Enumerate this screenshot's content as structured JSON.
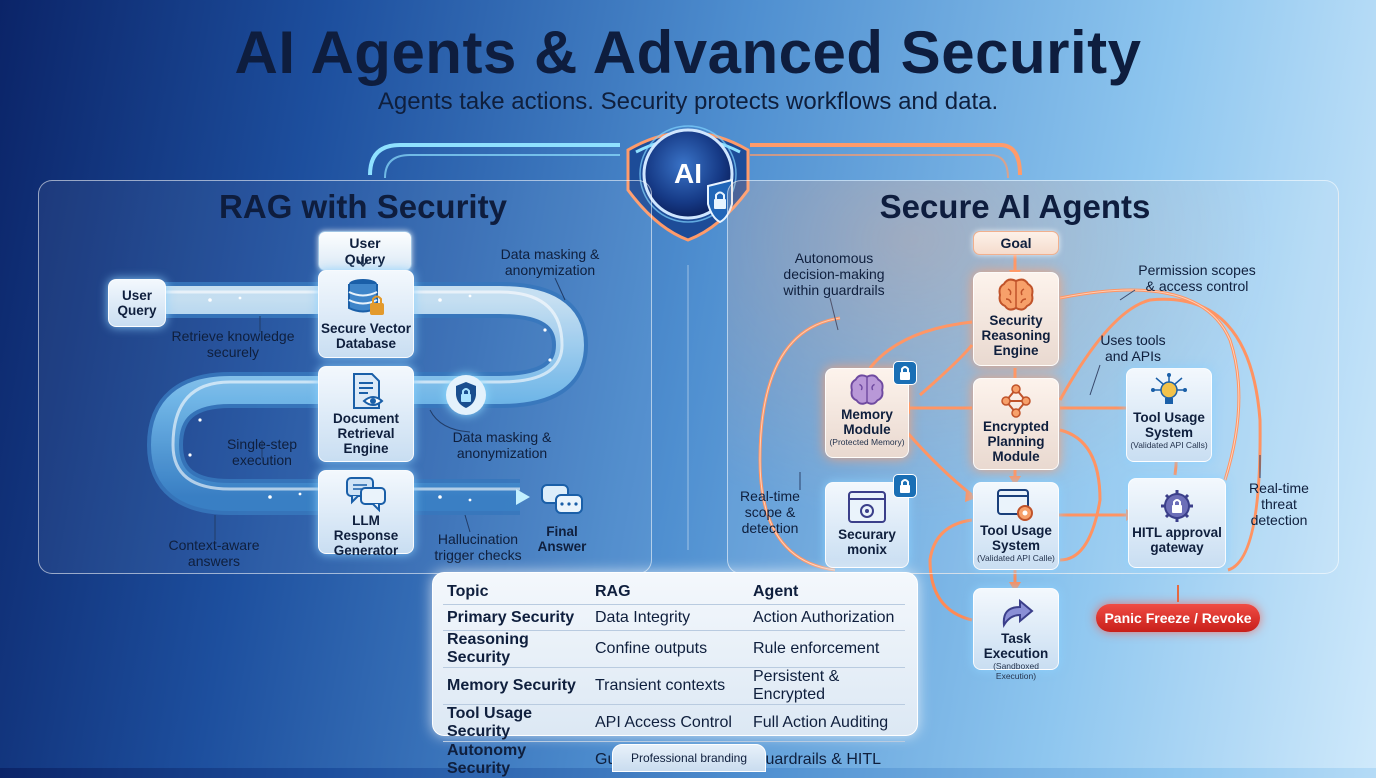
{
  "header": {
    "title": "AI Agents & Advanced Security",
    "subtitle": "Agents take actions. Security protects workflows and data.",
    "center_badge": "AI"
  },
  "rag": {
    "title": "RAG with Security",
    "top_tag": "User Query",
    "user_query": "User\nQuery",
    "nodes": {
      "vector_db": "Secure Vector\nDatabase",
      "doc_retrieval": "Document\nRetrieval\nEngine",
      "llm_response": "LLM Response\nGenerator",
      "final_answer": "Final\nAnswer"
    },
    "annotations": {
      "retrieve": "Retrieve knowledge\nsecurely",
      "masking_top": "Data masking &\nanonymization",
      "masking_mid": "Data masking &\nanonymization",
      "single_step": "Single-step\nexecution",
      "context_aware": "Context-aware\nanswers",
      "hallucination": "Hallucination\ntrigger checks"
    }
  },
  "agents": {
    "title": "Secure AI Agents",
    "top_tag": "Goal",
    "nodes": {
      "reasoning": "Security\nReasoning\nEngine",
      "memory": "Memory\nModule",
      "memory_sub": "(Protected Memory)",
      "planning": "Encrypted\nPlanning\nModule",
      "tool_right": "Tool Usage\nSystem",
      "tool_right_sub": "(Validated API Calls)",
      "securary": "Securary\nmonix",
      "tool_center": "Tool Usage\nSystem",
      "tool_center_sub": "(Validated API Calle)",
      "hitl": "HITL approval\ngateway",
      "task": "Task Execution",
      "task_sub": "(Sandboxed Execution)"
    },
    "annotations": {
      "autonomous": "Autonomous\ndecision-making\nwithin guardrails",
      "permission": "Permission scopes\n& access control",
      "uses_tools": "Uses tools\nand APIs",
      "realtime_scope": "Real-time\nscope &\ndetection",
      "realtime_threat": "Real-time\nthreat\ndetection"
    },
    "panic_button": "Panic Freeze / Revoke"
  },
  "comparison_table": {
    "headers": [
      "Topic",
      "RAG",
      "Agent"
    ],
    "rows": [
      [
        "Primary Security",
        "Data Integrity",
        "Action Authorization"
      ],
      [
        "Reasoning Security",
        "Confine outputs",
        "Rule enforcement"
      ],
      [
        "Memory Security",
        "Transient contexts",
        "Persistent & Encrypted"
      ],
      [
        "Tool Usage Security",
        "API Access Control",
        "Full Action Auditing"
      ],
      [
        "Autonomy Security",
        "Guarded Retrieval",
        "Guardrails & HITL"
      ]
    ]
  },
  "footer": {
    "label": "Professional branding"
  },
  "colors": {
    "rag_pipe": "#8fd8ff",
    "agent_arrow": "#ff8a55",
    "panic": "#d9302a",
    "title": "#0e1d3e"
  }
}
